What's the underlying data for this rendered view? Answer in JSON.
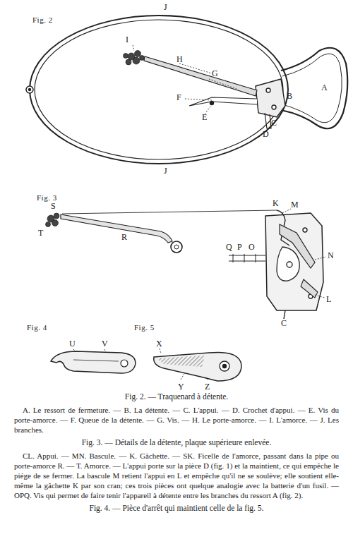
{
  "diagram": {
    "labels": [
      "Fig. 2",
      "J",
      "I",
      "H",
      "G",
      "F",
      "E",
      "B",
      "A",
      "C",
      "D",
      "J",
      "Fig. 3",
      "S",
      "T",
      "R",
      "K",
      "M",
      "Q",
      "P",
      "O",
      "N",
      "L",
      "C",
      "Fig. 4",
      "U",
      "V",
      "Fig. 5",
      "X",
      "Y",
      "Z",
      "Fig. 2. — Traquenard à détente.",
      "A. Le ressort de fermeture. — B. La détente. — C. L'appui. — D. Crochet d'appui. — E. Vis du porte-amorce. — F. Queue de la détente. — G. Vis. — H. Le porte-amorce. — I. L'amorce. — J. Les branches.",
      "Fig. 3. — Détails de la détente, plaque supérieure enlevée.",
      "CL. Appui. — MN. Bascule. — K. Gâchette. — SK. Ficelle de l'amorce, passant dans la pipe ou porte-amorce R. — T. Amorce. — L'appui porte sur la pièce D (fig. 1) et la maintient, ce qui empêche le piége de se fermer. La bascule M retient l'appui en L et empêche qu'il ne se soulève; elle soutient elle-même la gâchette K par son cran; ces trois pièces ont quelque analogie avec la batterie d'un fusil. — OPQ. Vis qui permet de faire tenir l'appareil à détente entre les branches du ressort A (fig. 2).",
      "Fig. 4. — Pièce d'arrêt qui maintient celle de la fig. 5."
    ]
  }
}
